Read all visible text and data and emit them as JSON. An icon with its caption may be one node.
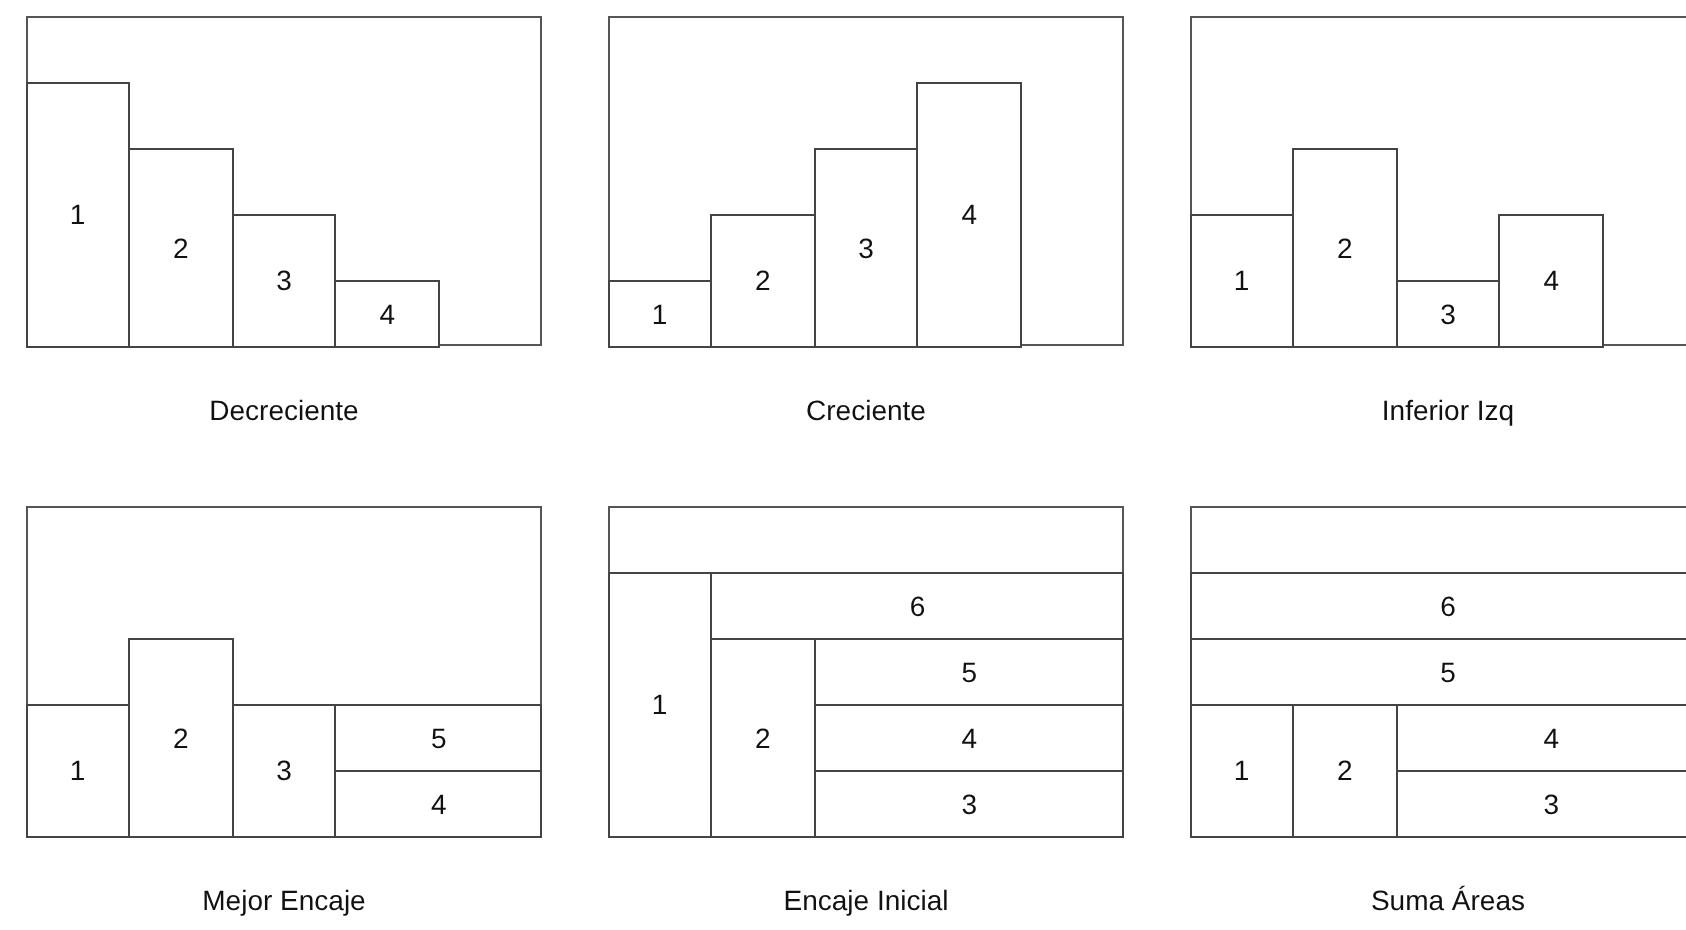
{
  "diagram": {
    "nodes": [
      {
        "text": [
          "Decreciente"
        ]
      },
      {
        "text": [
          "1"
        ],
        "in": 0
      },
      {
        "text": [
          "2"
        ],
        "in": 0
      },
      {
        "text": [
          "3"
        ],
        "in": 0
      },
      {
        "text": [
          "4"
        ],
        "in": 0
      },
      {
        "text": [
          "Creciente"
        ]
      },
      {
        "text": [
          "1"
        ],
        "in": 5
      },
      {
        "text": [
          "2"
        ],
        "in": 5
      },
      {
        "text": [
          "3"
        ],
        "in": 5
      },
      {
        "text": [
          "4"
        ],
        "in": 5
      },
      {
        "text": [
          "Inferior Izq"
        ]
      },
      {
        "text": [
          "1"
        ],
        "in": 10
      },
      {
        "text": [
          "2"
        ],
        "in": 10
      },
      {
        "text": [
          "3"
        ],
        "in": 10
      },
      {
        "text": [
          "4"
        ],
        "in": 10
      },
      {
        "text": [
          "Mejor Encaje"
        ]
      },
      {
        "text": [
          "1"
        ],
        "in": 15
      },
      {
        "text": [
          "2"
        ],
        "in": 15
      },
      {
        "text": [
          "3"
        ],
        "in": 15
      },
      {
        "text": [
          "5"
        ],
        "in": 15
      },
      {
        "text": [
          "4"
        ],
        "in": 15
      },
      {
        "text": [
          "Encaje Inicial"
        ]
      },
      {
        "text": [
          "1"
        ],
        "in": 21
      },
      {
        "text": [
          "6"
        ],
        "in": 21
      },
      {
        "text": [
          "2"
        ],
        "in": 21
      },
      {
        "text": [
          "5"
        ],
        "in": 21
      },
      {
        "text": [
          "4"
        ],
        "in": 21
      },
      {
        "text": [
          "3"
        ],
        "in": 21
      },
      {
        "text": [
          "Suma Áreas"
        ]
      },
      {
        "text": [
          "6"
        ],
        "in": 28
      },
      {
        "text": [
          "5"
        ],
        "in": 28
      },
      {
        "text": [
          "1"
        ],
        "in": 28
      },
      {
        "text": [
          "2"
        ],
        "in": 28
      },
      {
        "text": [
          "4"
        ],
        "in": 28
      },
      {
        "text": [
          "3"
        ],
        "in": 28
      }
    ]
  }
}
